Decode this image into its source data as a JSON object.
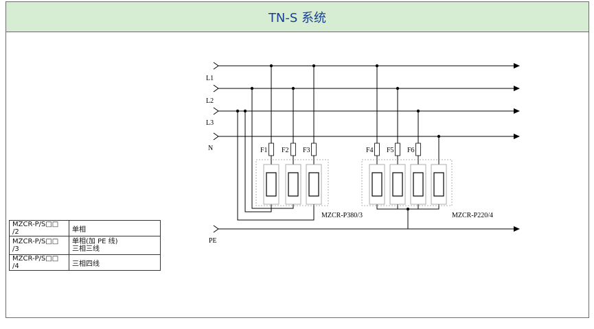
{
  "title": "TN-S 系统",
  "lines": [
    {
      "id": "L1",
      "label": "L1"
    },
    {
      "id": "L2",
      "label": "L2"
    },
    {
      "id": "L3",
      "label": "L3"
    },
    {
      "id": "N",
      "label": "N"
    },
    {
      "id": "PE",
      "label": "PE"
    }
  ],
  "fuses": [
    "F1",
    "F2",
    "F3",
    "F4",
    "F5",
    "F6"
  ],
  "modules": [
    {
      "label": "MZCR-P380/3"
    },
    {
      "label": "MZCR-P220/4"
    }
  ],
  "model_table": [
    {
      "model": "MZCR-P/S□□ /2",
      "desc": [
        "单相"
      ]
    },
    {
      "model": "MZCR-P/S□□ /3",
      "desc": [
        "单相(加 PE 线)",
        "三相三线"
      ]
    },
    {
      "model": "MZCR-P/S□□ /4",
      "desc": [
        "三相四线"
      ]
    }
  ],
  "colors": {
    "title_bg": "#d7edd3",
    "title_text": "#1a3f8c",
    "line": "#000000",
    "box": "#999999"
  }
}
